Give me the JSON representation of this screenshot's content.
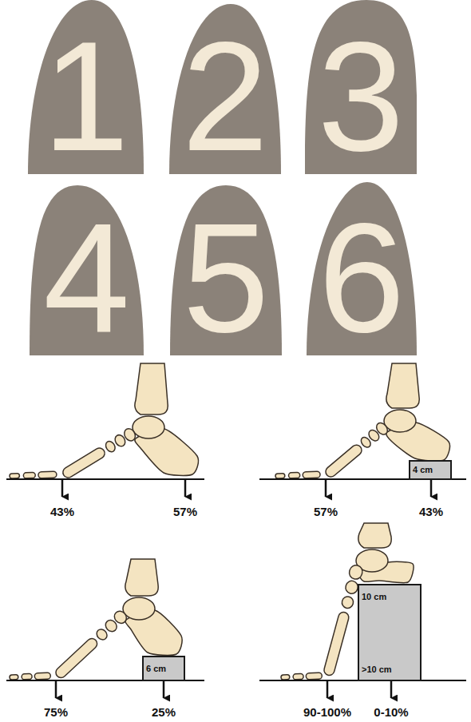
{
  "diagram": {
    "nodes": [
      {
        "text": [
          "1"
        ]
      },
      {
        "text": [
          "2"
        ]
      },
      {
        "text": [
          "3"
        ]
      },
      {
        "text": [
          "4"
        ]
      },
      {
        "text": [
          "5"
        ]
      },
      {
        "text": [
          "6"
        ]
      },
      {
        "text": [
          "4 cm"
        ]
      },
      {
        "text": [
          "6 cm"
        ]
      },
      {
        "text": [
          "10 cm",
          ">10 cm"
        ]
      }
    ],
    "labels": [
      "43%",
      "57%",
      "57%",
      "43%",
      "75%",
      "25%",
      "90-100%",
      "0-10%"
    ]
  }
}
